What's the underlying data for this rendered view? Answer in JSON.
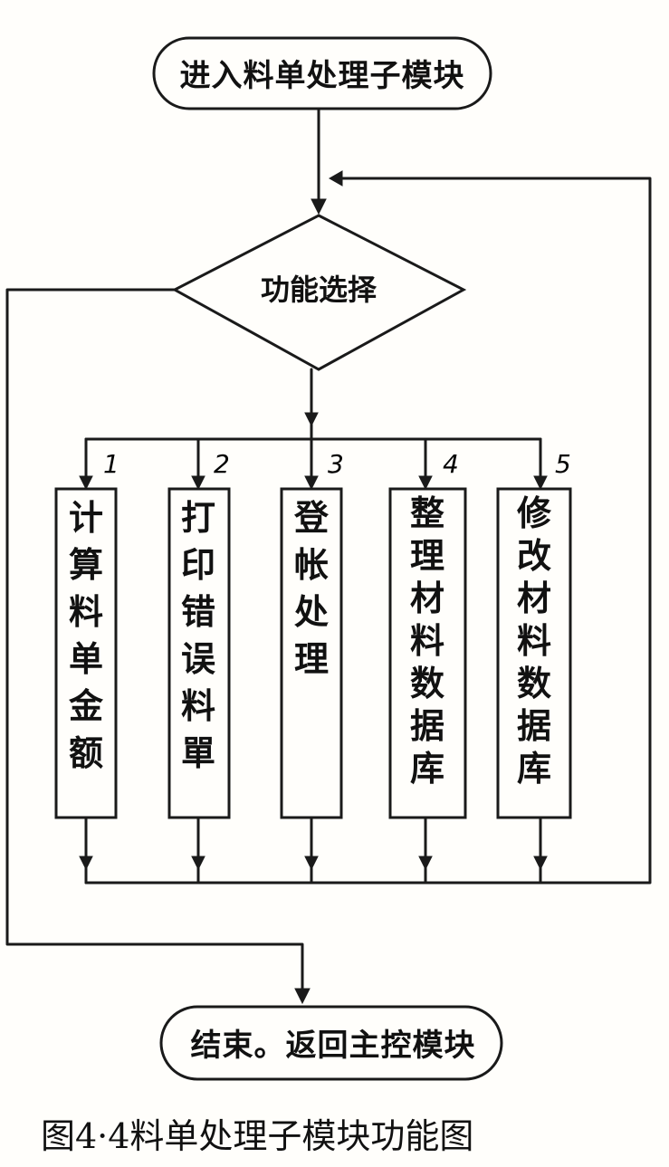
{
  "diagram": {
    "start": "进入料单处理子模块",
    "decision": "功能选择",
    "branches": [
      {
        "number": "1",
        "chars": [
          "计",
          "算",
          "料",
          "单",
          "金",
          "额"
        ]
      },
      {
        "number": "2",
        "chars": [
          "打",
          "印",
          "错",
          "误",
          "料",
          "單"
        ]
      },
      {
        "number": "3",
        "chars": [
          "登",
          "帐",
          "处",
          "理"
        ]
      },
      {
        "number": "4",
        "chars": [
          "整",
          "理",
          "材",
          "料",
          "数",
          "据",
          "库"
        ]
      },
      {
        "number": "5",
        "chars": [
          "修",
          "改",
          "材",
          "料",
          "数",
          "据",
          "库"
        ]
      }
    ],
    "end": "结束。返回主控模块",
    "caption": "图4·4料单处理子模块功能图"
  },
  "colors": {
    "ink": "#1a1a1a",
    "paper": "#fffefb"
  }
}
